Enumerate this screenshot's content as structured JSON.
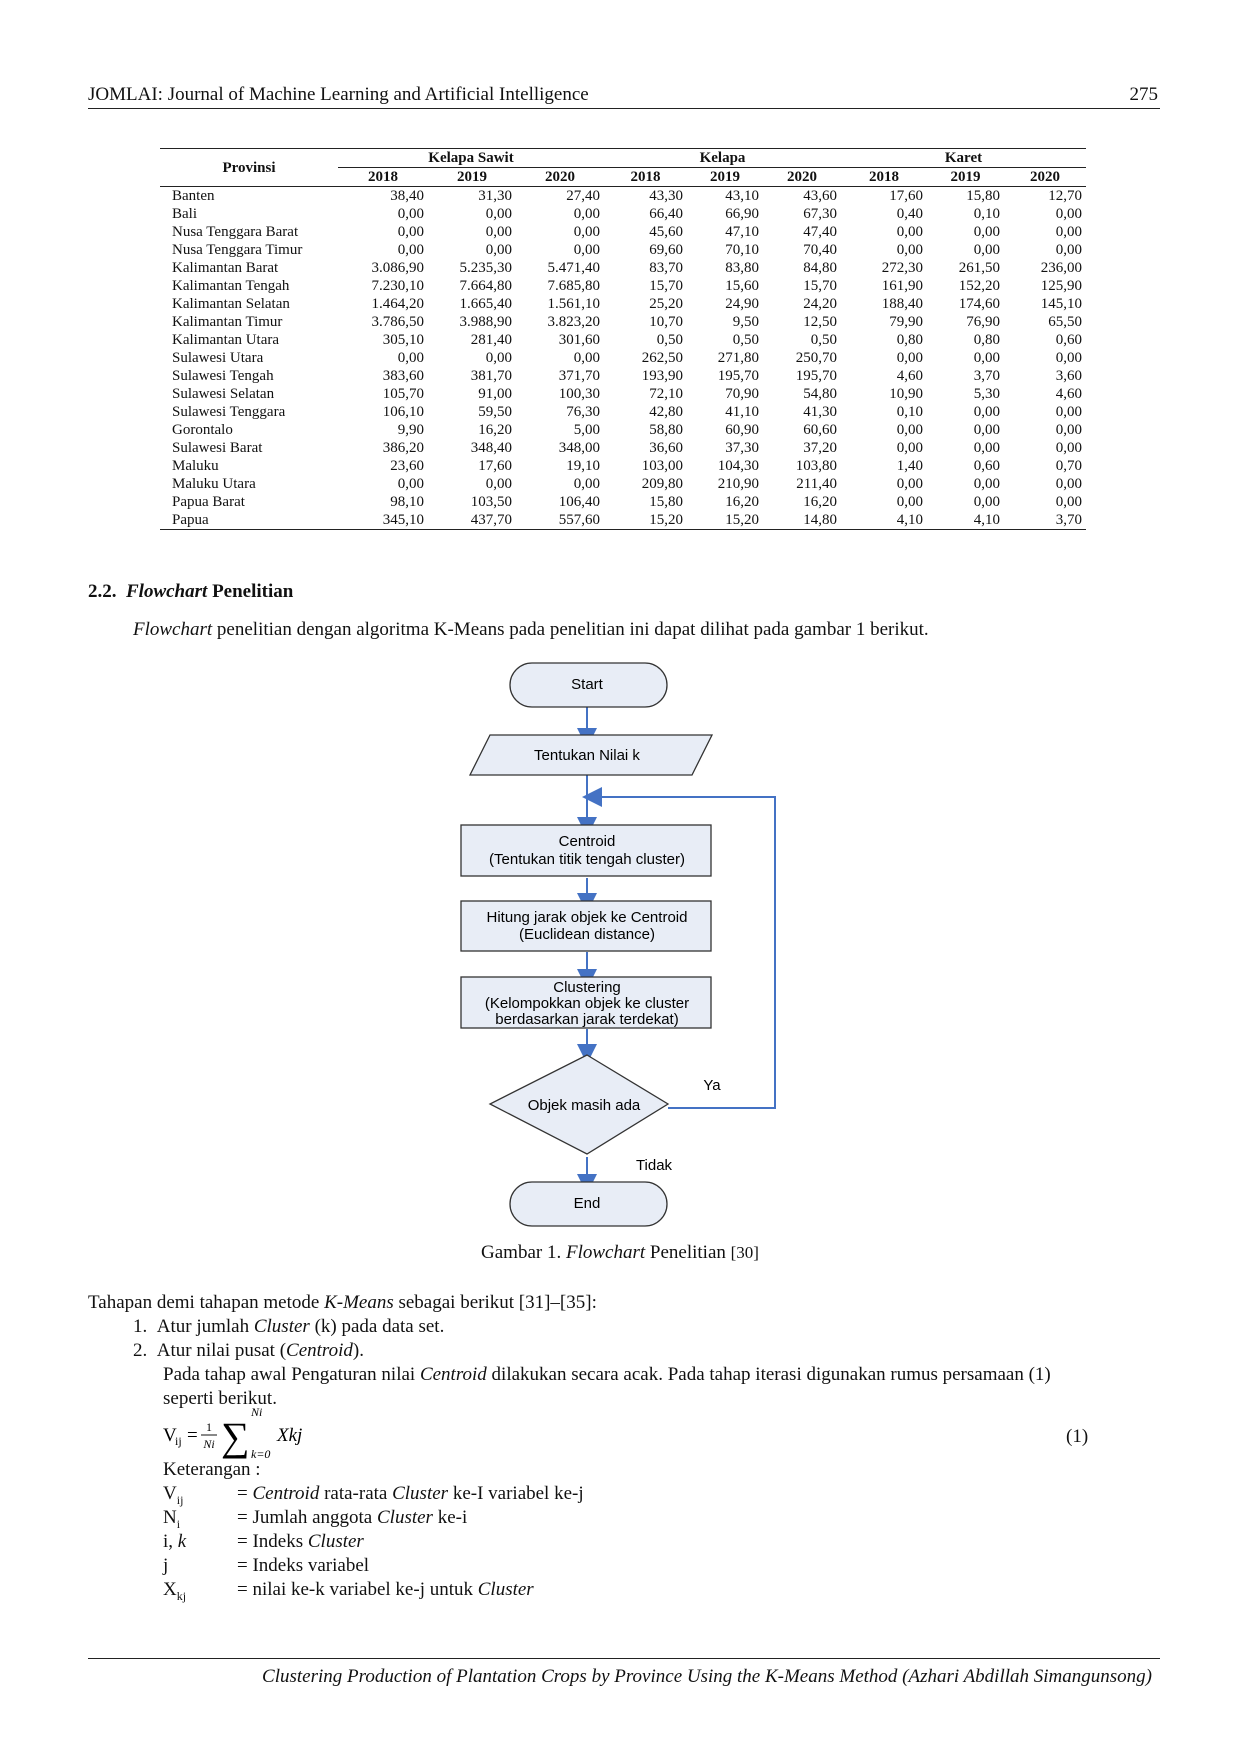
{
  "header": {
    "journal": "JOMLAI: Journal of Machine Learning and Artificial Intelligence",
    "page": "275"
  },
  "table": {
    "province_header": "Provinsi",
    "groups": [
      "Kelapa Sawit",
      "Kelapa",
      "Karet"
    ],
    "years": [
      "2018",
      "2019",
      "2020"
    ],
    "rows": [
      [
        "Banten",
        "38,40",
        "31,30",
        "27,40",
        "43,30",
        "43,10",
        "43,60",
        "17,60",
        "15,80",
        "12,70"
      ],
      [
        "Bali",
        "0,00",
        "0,00",
        "0,00",
        "66,40",
        "66,90",
        "67,30",
        "0,40",
        "0,10",
        "0,00"
      ],
      [
        "Nusa Tenggara Barat",
        "0,00",
        "0,00",
        "0,00",
        "45,60",
        "47,10",
        "47,40",
        "0,00",
        "0,00",
        "0,00"
      ],
      [
        "Nusa Tenggara Timur",
        "0,00",
        "0,00",
        "0,00",
        "69,60",
        "70,10",
        "70,40",
        "0,00",
        "0,00",
        "0,00"
      ],
      [
        "Kalimantan Barat",
        "3.086,90",
        "5.235,30",
        "5.471,40",
        "83,70",
        "83,80",
        "84,80",
        "272,30",
        "261,50",
        "236,00"
      ],
      [
        "Kalimantan Tengah",
        "7.230,10",
        "7.664,80",
        "7.685,80",
        "15,70",
        "15,60",
        "15,70",
        "161,90",
        "152,20",
        "125,90"
      ],
      [
        "Kalimantan Selatan",
        "1.464,20",
        "1.665,40",
        "1.561,10",
        "25,20",
        "24,90",
        "24,20",
        "188,40",
        "174,60",
        "145,10"
      ],
      [
        "Kalimantan Timur",
        "3.786,50",
        "3.988,90",
        "3.823,20",
        "10,70",
        "9,50",
        "12,50",
        "79,90",
        "76,90",
        "65,50"
      ],
      [
        "Kalimantan Utara",
        "305,10",
        "281,40",
        "301,60",
        "0,50",
        "0,50",
        "0,50",
        "0,80",
        "0,80",
        "0,60"
      ],
      [
        "Sulawesi Utara",
        "0,00",
        "0,00",
        "0,00",
        "262,50",
        "271,80",
        "250,70",
        "0,00",
        "0,00",
        "0,00"
      ],
      [
        "Sulawesi Tengah",
        "383,60",
        "381,70",
        "371,70",
        "193,90",
        "195,70",
        "195,70",
        "4,60",
        "3,70",
        "3,60"
      ],
      [
        "Sulawesi Selatan",
        "105,70",
        "91,00",
        "100,30",
        "72,10",
        "70,90",
        "54,80",
        "10,90",
        "5,30",
        "4,60"
      ],
      [
        "Sulawesi Tenggara",
        "106,10",
        "59,50",
        "76,30",
        "42,80",
        "41,10",
        "41,30",
        "0,10",
        "0,00",
        "0,00"
      ],
      [
        "Gorontalo",
        "9,90",
        "16,20",
        "5,00",
        "58,80",
        "60,90",
        "60,60",
        "0,00",
        "0,00",
        "0,00"
      ],
      [
        "Sulawesi Barat",
        "386,20",
        "348,40",
        "348,00",
        "36,60",
        "37,30",
        "37,20",
        "0,00",
        "0,00",
        "0,00"
      ],
      [
        "Maluku",
        "23,60",
        "17,60",
        "19,10",
        "103,00",
        "104,30",
        "103,80",
        "1,40",
        "0,60",
        "0,70"
      ],
      [
        "Maluku Utara",
        "0,00",
        "0,00",
        "0,00",
        "209,80",
        "210,90",
        "211,40",
        "0,00",
        "0,00",
        "0,00"
      ],
      [
        "Papua Barat",
        "98,10",
        "103,50",
        "106,40",
        "15,80",
        "16,20",
        "16,20",
        "0,00",
        "0,00",
        "0,00"
      ],
      [
        "Papua",
        "345,10",
        "437,70",
        "557,60",
        "15,20",
        "15,20",
        "14,80",
        "4,10",
        "4,10",
        "3,70"
      ]
    ]
  },
  "section": {
    "number": "2.2.",
    "title_italic": "Flowchart",
    "title_rest": " Penelitian"
  },
  "intro": {
    "italic": "Flowchart",
    "rest": " penelitian dengan algoritma K-Means pada penelitian ini dapat dilihat pada gambar 1 berikut."
  },
  "flowchart": {
    "start": "Start",
    "input": "Tentukan Nilai k",
    "centroid": [
      "Centroid",
      "(Tentukan titik tengah cluster)"
    ],
    "hitung": [
      "Hitung jarak objek ke Centroid",
      "(Euclidean distance)"
    ],
    "clustering": [
      "Clustering",
      "(Kelompokkan objek ke cluster",
      "berdasarkan jarak terdekat)"
    ],
    "decision": "Objek masih ada",
    "yes": "Ya",
    "no": "Tidak",
    "end": "End"
  },
  "caption": {
    "prefix": "Gambar 1. ",
    "italic": "Flowchart",
    "suffix": " Penelitian ",
    "ref": "[30]"
  },
  "steps": {
    "intro_a": "Tahapan demi tahapan metode ",
    "intro_b": "K-Means",
    "intro_c": " sebagai berikut [31]–[35]:",
    "s1_a": "1.  Atur jumlah ",
    "s1_b": "Cluster",
    "s1_c": " (k) pada data set.",
    "s2_a": "2.  Atur nilai pusat (",
    "s2_b": "Centroid",
    "s2_c": ").",
    "p_a": "Pada tahap awal Pengaturan  nilai ",
    "p_b": "Centroid",
    "p_c": " dilakukan secara acak. Pada tahap iterasi digunakan rumus persamaan (1)",
    "p_d": "seperti berikut."
  },
  "formula": {
    "lhs": "V",
    "lhs_sub": "ij",
    "eq": "=",
    "num": "1",
    "den": "Ni",
    "upper": "Ni",
    "lower": "k=0",
    "body": "Xkj",
    "number": "(1)"
  },
  "keterangan": {
    "title": "Keterangan :",
    "items": [
      {
        "sym": "V",
        "sub": "ij",
        "val_a": "= ",
        "val_b": "Centroid",
        "val_c": " rata-rata ",
        "val_d": "Cluster",
        "val_e": " ke-I variabel ke-j"
      },
      {
        "sym": "N",
        "sub": "i",
        "val_a": "= Jumlah anggota ",
        "val_b": "Cluster",
        "val_c": " ke-i",
        "val_d": "",
        "val_e": ""
      },
      {
        "sym": "i, ",
        "sub": "",
        "sym_i": "k",
        "val_a": "= Indeks ",
        "val_b": "Cluster",
        "val_c": "",
        "val_d": "",
        "val_e": ""
      },
      {
        "sym": "j",
        "sub": "",
        "val_a": "= Indeks variabel",
        "val_b": "",
        "val_c": "",
        "val_d": "",
        "val_e": ""
      },
      {
        "sym": "X",
        "sub": "kj",
        "val_a": "= nilai ke-k variabel ke-j untuk ",
        "val_b": "Cluster",
        "val_c": "",
        "val_d": "",
        "val_e": ""
      }
    ]
  },
  "footer": "Clustering Production of Plantation Crops by Province Using the K-Means Method (Azhari Abdillah Simangunsong)"
}
